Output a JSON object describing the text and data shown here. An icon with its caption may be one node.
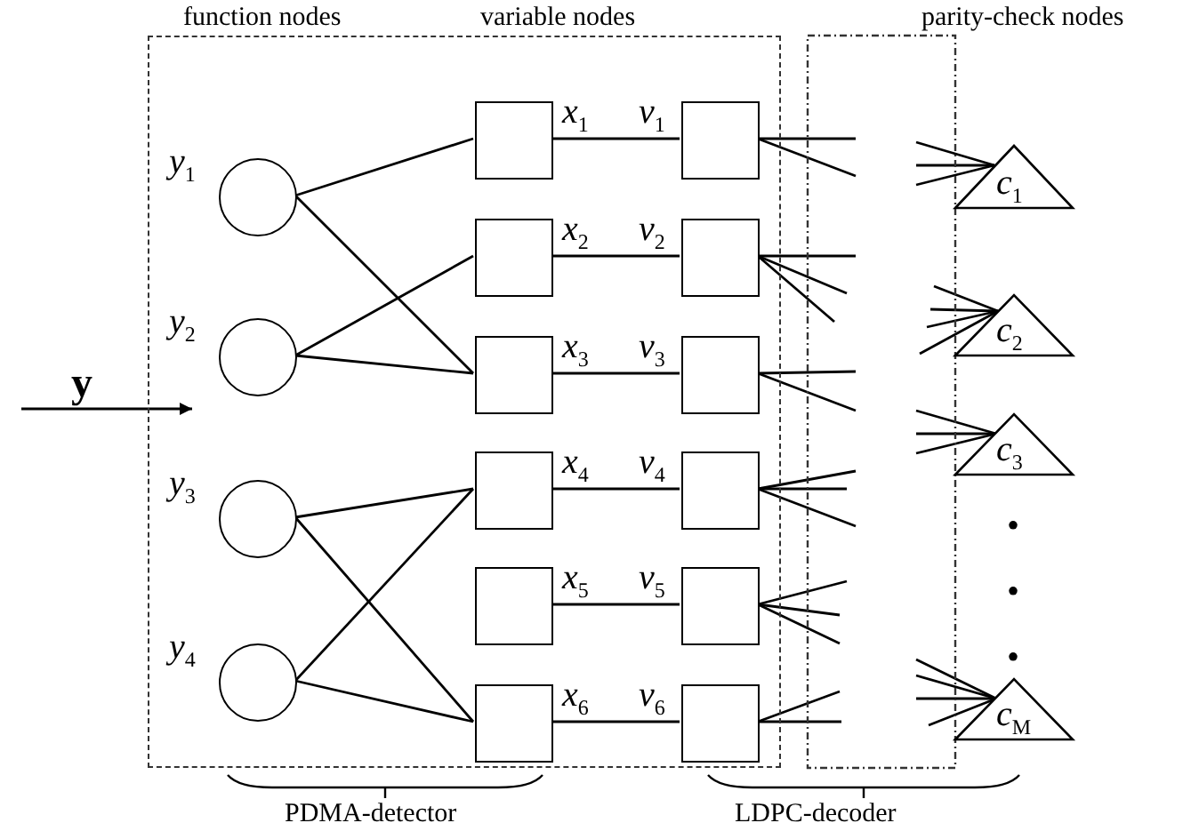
{
  "diagram": {
    "nodes": [
      {
        "text": [],
        "shape": "box"
      },
      {
        "text": [],
        "shape": "circle",
        "in": 0,
        "beside": [
          "y$_{1}$"
        ]
      },
      {
        "text": [],
        "shape": "circle",
        "in": 0,
        "beside": [
          "y$_{2}$"
        ]
      },
      {
        "text": [],
        "shape": "circle",
        "in": 0,
        "beside": [
          "y$_{3}$"
        ]
      },
      {
        "text": [],
        "shape": "circle",
        "in": 0,
        "beside": [
          "y$_{4}$"
        ]
      },
      {
        "text": [],
        "shape": "box",
        "in": 0,
        "beside": [
          "x$_{1}$"
        ]
      },
      {
        "text": [],
        "shape": "box",
        "in": 0,
        "beside": [
          "x$_{2}$"
        ]
      },
      {
        "text": [],
        "shape": "box",
        "in": 0,
        "beside": [
          "x$_{3}$"
        ]
      },
      {
        "text": [],
        "shape": "box",
        "in": 0,
        "beside": [
          "x$_{4}$"
        ]
      },
      {
        "text": [],
        "shape": "box",
        "in": 0,
        "beside": [
          "x$_{5}$"
        ]
      },
      {
        "text": [],
        "shape": "box",
        "in": 0,
        "beside": [
          "x$_{6}$"
        ]
      },
      {
        "text": [],
        "shape": "box",
        "in": 0,
        "beside": [
          "v$_{1}$"
        ]
      },
      {
        "text": [],
        "shape": "box",
        "in": 0,
        "beside": [
          "v$_{2}$"
        ]
      },
      {
        "text": [],
        "shape": "box",
        "in": 0,
        "beside": [
          "v$_{3}$"
        ]
      },
      {
        "text": [],
        "shape": "box",
        "in": 0,
        "beside": [
          "v$_{4}$"
        ]
      },
      {
        "text": [],
        "shape": "box",
        "in": 0,
        "beside": [
          "v$_{5}$"
        ]
      },
      {
        "text": [],
        "shape": "box",
        "in": 0,
        "beside": [
          "v$_{6}$"
        ]
      },
      {
        "text": [
          "c$_{1}$"
        ]
      },
      {
        "text": [
          "c$_{2}$"
        ]
      },
      {
        "text": [
          "c$_{3}$"
        ]
      },
      {
        "text": [
          "c$_{M}$"
        ]
      }
    ],
    "edges": [
      {
        "from": null,
        "to": 0,
        "arrow": "to",
        "label": "y"
      },
      {
        "from": 1,
        "to": 5,
        "arrow": "none"
      },
      {
        "from": 1,
        "to": 7,
        "arrow": "none"
      },
      {
        "from": 2,
        "to": 6,
        "arrow": "none"
      },
      {
        "from": 2,
        "to": 7,
        "arrow": "none"
      },
      {
        "from": 3,
        "to": 8,
        "arrow": "none"
      },
      {
        "from": 3,
        "to": 10,
        "arrow": "none"
      },
      {
        "from": 4,
        "to": 8,
        "arrow": "none"
      },
      {
        "from": 4,
        "to": 10,
        "arrow": "none"
      },
      {
        "from": 5,
        "to": 11,
        "arrow": "none"
      },
      {
        "from": 6,
        "to": 12,
        "arrow": "none"
      },
      {
        "from": 7,
        "to": 13,
        "arrow": "none"
      },
      {
        "from": 8,
        "to": 14,
        "arrow": "none"
      },
      {
        "from": 9,
        "to": 15,
        "arrow": "none"
      },
      {
        "from": 10,
        "to": 16,
        "arrow": "none"
      },
      {
        "from": 11,
        "to": null,
        "arrow": "none"
      },
      {
        "from": 11,
        "to": null,
        "arrow": "none"
      },
      {
        "from": 12,
        "to": null,
        "arrow": "none"
      },
      {
        "from": 12,
        "to": null,
        "arrow": "none"
      },
      {
        "from": 12,
        "to": null,
        "arrow": "none"
      },
      {
        "from": 13,
        "to": null,
        "arrow": "none"
      },
      {
        "from": 13,
        "to": null,
        "arrow": "none"
      },
      {
        "from": 14,
        "to": null,
        "arrow": "none"
      },
      {
        "from": 14,
        "to": null,
        "arrow": "none"
      },
      {
        "from": 14,
        "to": null,
        "arrow": "none"
      },
      {
        "from": 15,
        "to": null,
        "arrow": "none"
      },
      {
        "from": 15,
        "to": null,
        "arrow": "none"
      },
      {
        "from": 15,
        "to": null,
        "arrow": "none"
      },
      {
        "from": 16,
        "to": null,
        "arrow": "none"
      },
      {
        "from": 16,
        "to": null,
        "arrow": "none"
      },
      {
        "from": null,
        "to": 17,
        "arrow": "none"
      },
      {
        "from": null,
        "to": 17,
        "arrow": "none"
      },
      {
        "from": null,
        "to": 17,
        "arrow": "none"
      },
      {
        "from": null,
        "to": 18,
        "arrow": "none"
      },
      {
        "from": null,
        "to": 18,
        "arrow": "none"
      },
      {
        "from": null,
        "to": 18,
        "arrow": "none"
      },
      {
        "from": null,
        "to": 18,
        "arrow": "none"
      },
      {
        "from": null,
        "to": 19,
        "arrow": "none"
      },
      {
        "from": null,
        "to": 19,
        "arrow": "none"
      },
      {
        "from": null,
        "to": 19,
        "arrow": "none"
      },
      {
        "from": null,
        "to": 20,
        "arrow": "none"
      },
      {
        "from": null,
        "to": 20,
        "arrow": "none"
      },
      {
        "from": null,
        "to": 20,
        "arrow": "none"
      },
      {
        "from": null,
        "to": 20,
        "arrow": "none"
      }
    ],
    "labels": [
      "function nodes",
      "variable nodes",
      "parity-check nodes",
      "•",
      "•",
      "•",
      "PDMA-detector",
      "LDPC-decoder"
    ]
  }
}
